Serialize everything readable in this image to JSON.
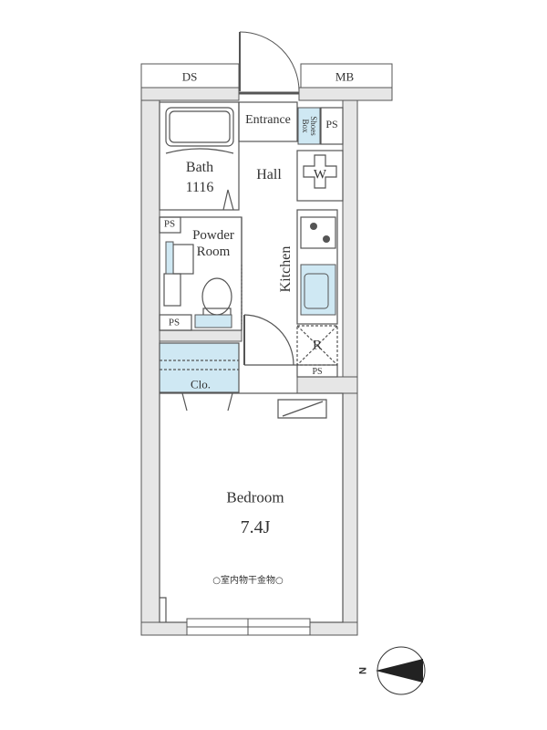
{
  "colors": {
    "wall": "#e6e6e6",
    "line": "#555555",
    "fixture": "#cfe8f3"
  },
  "rooms": {
    "ds": "DS",
    "mb": "MB",
    "entrance": "Entrance",
    "shoes_box": "Shoes Box",
    "ps": "PS",
    "bath": "Bath",
    "bath_size": "1116",
    "hall": "Hall",
    "washer": "W",
    "powder_room": "Powder Room",
    "kitchen": "Kitchen",
    "refrigerator": "R",
    "closet": "Clo.",
    "bedroom": "Bedroom",
    "bedroom_size": "7.4J",
    "drying_hardware": "○室内物干金物○"
  },
  "compass": {
    "label": "N",
    "direction": "left"
  }
}
